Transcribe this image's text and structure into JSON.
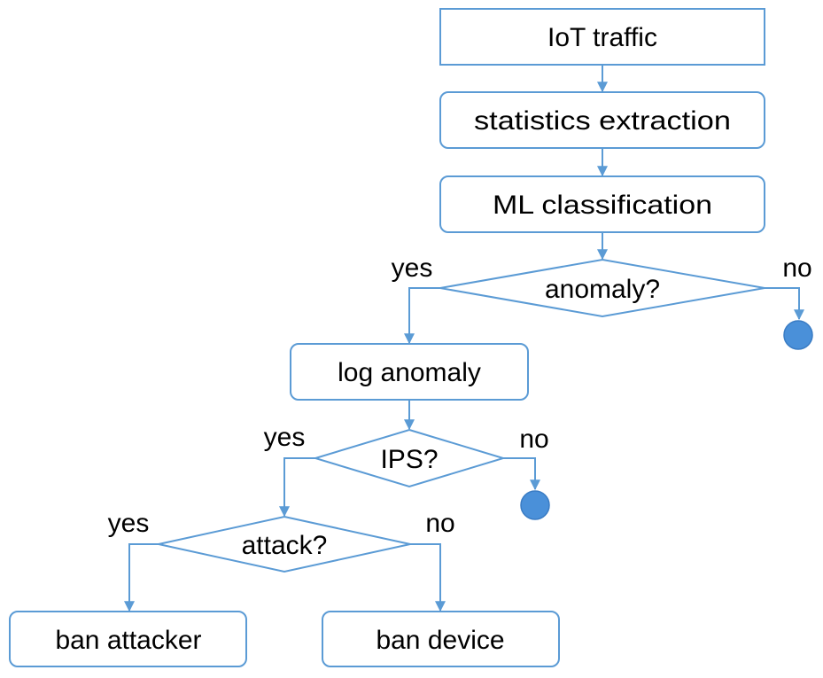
{
  "nodes": {
    "iot_traffic": "IoT traffic",
    "statistics_extraction": "statistics extraction",
    "ml_classification": "ML classification",
    "anomaly_decision": "anomaly?",
    "log_anomaly": "log anomaly",
    "ips_decision": "IPS?",
    "attack_decision": "attack?",
    "ban_attacker": "ban attacker",
    "ban_device": "ban device"
  },
  "edge_labels": {
    "anomaly_yes": "yes",
    "anomaly_no": "no",
    "ips_yes": "yes",
    "ips_no": "no",
    "attack_yes": "yes",
    "attack_no": "no"
  },
  "colors": {
    "line": "#5b9bd5",
    "terminal": "#4a90d9"
  }
}
